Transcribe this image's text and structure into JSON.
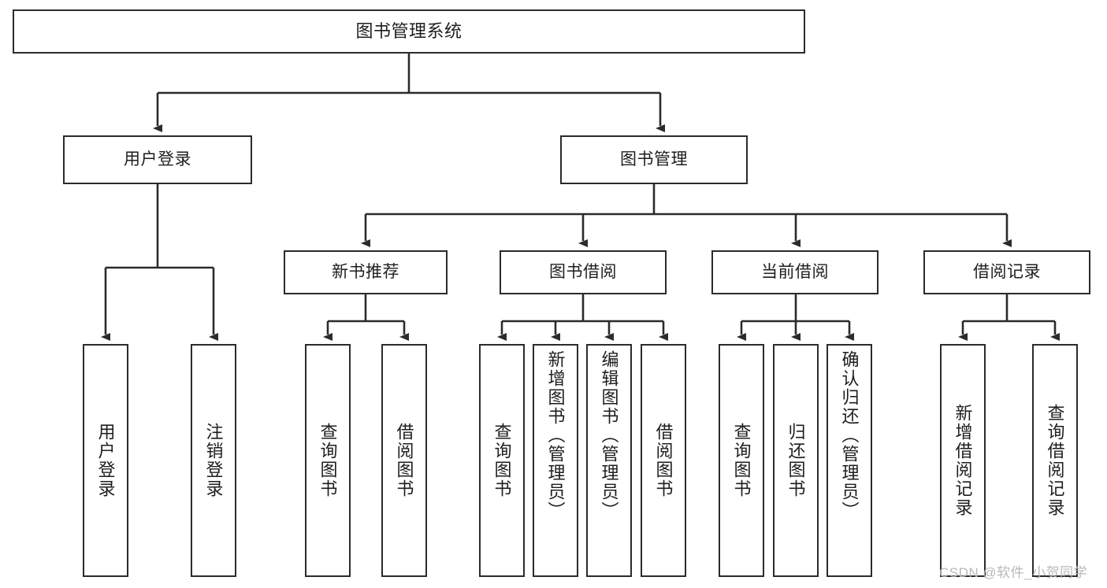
{
  "diagram": {
    "title": "图书管理系统",
    "watermark": "CSDN @软件_小贺同学",
    "levels": {
      "root": "图书管理系统",
      "level2": [
        "用户登录",
        "图书管理"
      ],
      "level3": [
        "新书推荐",
        "图书借阅",
        "当前借阅",
        "借阅记录"
      ]
    },
    "nodes": {
      "root": {
        "label": "图书管理系统"
      },
      "user_login": {
        "label": "用户登录"
      },
      "book_manage": {
        "label": "图书管理"
      },
      "new_book_rec": {
        "label": "新书推荐"
      },
      "book_borrow": {
        "label": "图书借阅"
      },
      "current_borrow": {
        "label": "当前借阅"
      },
      "borrow_record": {
        "label": "借阅记录"
      },
      "leaf_user_login": {
        "label": "用户登录"
      },
      "leaf_logout": {
        "label": "注销登录"
      },
      "leaf_query_book_1": {
        "label": "查询图书"
      },
      "leaf_borrow_book_1": {
        "label": "借阅图书"
      },
      "leaf_query_book_2": {
        "label": "查询图书"
      },
      "leaf_add_book_admin": {
        "label": "新增图书（管理员）"
      },
      "leaf_edit_book_admin": {
        "label": "编辑图书（管理员）"
      },
      "leaf_borrow_book_2": {
        "label": "借阅图书"
      },
      "leaf_query_book_3": {
        "label": "查询图书"
      },
      "leaf_return_book": {
        "label": "归还图书"
      },
      "leaf_confirm_return_admin": {
        "label": "确认归还（管理员）"
      },
      "leaf_add_borrow_record": {
        "label": "新增借阅记录"
      },
      "leaf_query_borrow_record": {
        "label": "查询借阅记录"
      }
    },
    "colors": {
      "background": "#ffffff",
      "box_fill": "#ffffff",
      "box_stroke": "#2b2b2b",
      "text": "#1e1e1e",
      "edge": "#2b2b2b",
      "watermark": "#b9b9b9"
    }
  }
}
